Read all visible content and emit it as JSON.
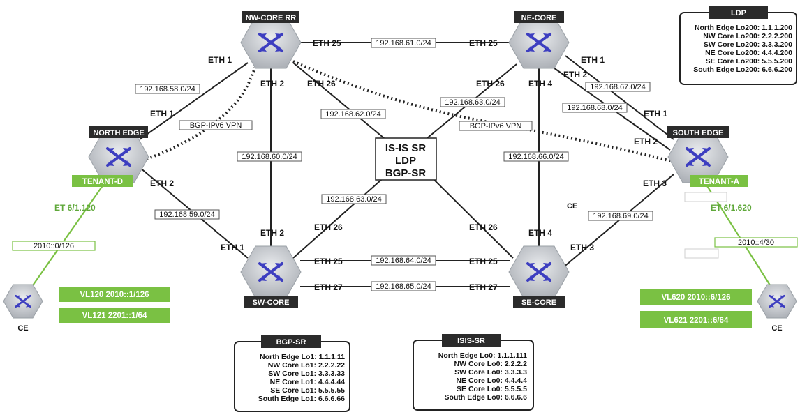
{
  "routers": {
    "nw": {
      "name": "NW-CORE RR"
    },
    "ne": {
      "name": "NE-CORE"
    },
    "north": {
      "name": "NORTH EDGE"
    },
    "south": {
      "name": "SOUTH EDGE"
    },
    "sw": {
      "name": "SW-CORE"
    },
    "se": {
      "name": "SE-CORE"
    },
    "ce_left": {
      "name": "CE"
    },
    "ce_right": {
      "name": "CE"
    }
  },
  "center_box": {
    "lines": [
      "IS-IS SR",
      "LDP",
      "BGP-SR"
    ]
  },
  "links": [
    {
      "subnet": "192.168.61.0/24",
      "a_port": "ETH 25",
      "b_port": "ETH 25"
    },
    {
      "subnet": "192.168.58.0/24",
      "a_port": "ETH 1",
      "b_port": "ETH 1"
    },
    {
      "subnet": "192.168.60.0/24",
      "a_port": "ETH 2",
      "b_port": "ETH 2"
    },
    {
      "subnet": "192.168.62.0/24",
      "a_port": "ETH 26",
      "b_port": ""
    },
    {
      "subnet": "192.168.63.0/24",
      "a_port": "ETH 26",
      "b_port": ""
    },
    {
      "subnet": "192.168.63.0/24",
      "a_port": "ETH 26",
      "b_port": ""
    },
    {
      "subnet": "192.168.66.0/24",
      "a_port": "ETH 4",
      "b_port": "ETH 4"
    },
    {
      "subnet": "192.168.67.0/24",
      "a_port": "ETH 1",
      "b_port": "ETH 1"
    },
    {
      "subnet": "192.168.68.0/24",
      "a_port": "ETH 2",
      "b_port": "ETH 2"
    },
    {
      "subnet": "192.168.59.0/24",
      "a_port": "ETH 2",
      "b_port": "ETH 1"
    },
    {
      "subnet": "192.168.69.0/24",
      "a_port": "ETH 3",
      "b_port": "ETH 3"
    },
    {
      "subnet": "192.168.64.0/24",
      "a_port": "ETH 25",
      "b_port": "ETH 25"
    },
    {
      "subnet": "192.168.65.0/24",
      "a_port": "ETH 27",
      "b_port": "ETH 27"
    },
    {
      "subnet": "",
      "a_port": "ETH 26",
      "b_port": ""
    }
  ],
  "vpn_links": [
    {
      "label": "BGP-IPv6 VPN"
    },
    {
      "label": "BGP-IPv6 VPN"
    }
  ],
  "tenants": {
    "left": {
      "name": "TENANT-D",
      "interface": "ET 6/1.120",
      "subnet": "2010::0/126",
      "vlans": [
        "VL120 2010::1/126",
        "VL121 2201::1/64"
      ]
    },
    "right": {
      "name": "TENANT-A",
      "interface": "ET 6/1.620",
      "subnet": "2010::4/30",
      "vlans": [
        "VL620 2010::6/126",
        "VL621 2201::6/64"
      ],
      "ce_label": "CE"
    }
  },
  "tables": {
    "ldp": {
      "title": "LDP",
      "rows": [
        "North Edge Lo200: 1.1.1.200",
        "NW Core Lo200:  2.2.2.200",
        "SW Core Lo200: 3.3.3.200",
        "NE Core Lo200: 4.4.4.200",
        "SE Core Lo200: 5.5.5.200",
        "South Edge Lo200: 6.6.6.200"
      ]
    },
    "bgpsr": {
      "title": "BGP-SR",
      "rows": [
        "North Edge Lo1: 1.1.1.11",
        "NW Core Lo1: 2.2.2.22",
        "SW Core Lo1: 3.3.3.33",
        "NE Core Lo1: 4.4.4.44",
        "SE Core Lo1: 5.5.5.55",
        "South Edge Lo1: 6.6.6.66"
      ]
    },
    "isissr": {
      "title": "ISIS-SR",
      "rows": [
        "North Edge Lo0: 1.1.1.111",
        "NW Core Lo0: 2.2.2.2",
        "SW Core Lo0: 3.3.3.3",
        "NE Core Lo0: 4.4.4.4",
        "SE Core Lo0: 5.5.5.5",
        "South Edge Lo0: 6.6.6.6"
      ]
    }
  },
  "colors": {
    "router_fill": "#c9ccd1",
    "router_arrow": "#3d3ec0",
    "banner": "#2b2b2b",
    "green": "#7ac143",
    "line": "#222222"
  }
}
